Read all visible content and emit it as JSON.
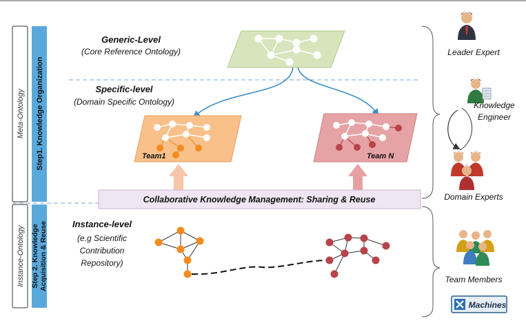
{
  "meta_ontology_label": "Meta-Ontology",
  "instance_ontology_label": "Instance-Ontology",
  "step1_label": "Step1. Knowledge Organization",
  "step2_line1": "Step 2. Knowledge",
  "step2_line2": "Acquisition & Reuse",
  "generic_level": {
    "title": "Generic-Level",
    "subtitle": "(Core Reference Ontology)"
  },
  "specific_level": {
    "title": "Specific-level",
    "subtitle": "(Domain Specific Ontology)"
  },
  "instance_level": {
    "title": "Instance-level",
    "lines": [
      "(e.g Scientific",
      "Contribution",
      "Repository)"
    ]
  },
  "teams": {
    "team1": "Team1",
    "teamN": "Team N"
  },
  "collab_bar": "Collaborative Knowledge Management: Sharing & Reuse",
  "roles": {
    "leader_expert": "Leader Expert",
    "knowledge_engineer_line1": "Knowledge",
    "knowledge_engineer_line2": "Engineer",
    "domain_experts": "Domain Experts",
    "team_members": "Team Members",
    "machines": "Machines"
  },
  "colors": {
    "blue_bar": "#5aa9dc",
    "generic_fill": "#d8e4bc",
    "team1_fill": "#f9c08a",
    "team1_node": "#f28c1e",
    "teamN_fill": "#e6a3a5",
    "teamN_node": "#b8434a",
    "collab_fill": "#efe5f3",
    "arrow_blue": "#3d8fc7",
    "up_arrow": "#f7c5a8"
  },
  "icons": [
    "leader-expert-icon",
    "knowledge-engineer-icon",
    "cycle-arrow-icon",
    "domain-experts-icon",
    "team-members-icon",
    "machines-icon"
  ]
}
